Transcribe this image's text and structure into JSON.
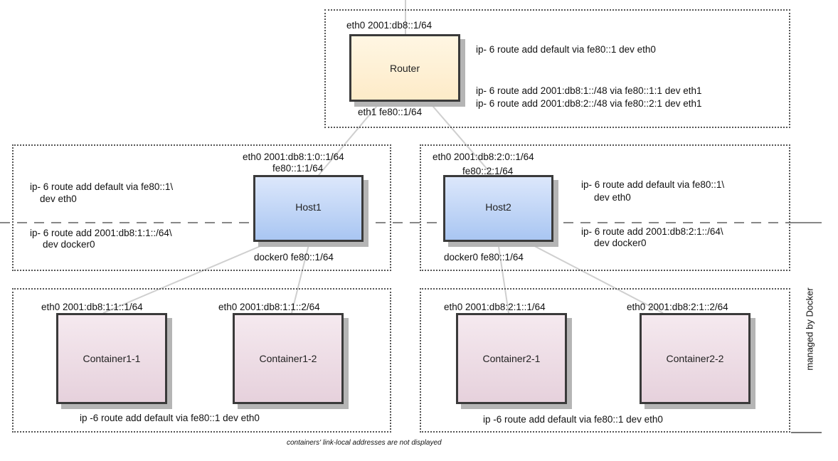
{
  "diagram": {
    "title_note": "containers' link-local addresses are not displayed",
    "docker_boundary_label": "managed by Docker",
    "router": {
      "name": "Router",
      "eth0": "eth0 2001:db8::1/64",
      "eth1": "eth1 fe80::1/64",
      "routes": [
        "ip- 6 route add default via fe80::1 dev eth0",
        "ip- 6 route add 2001:db8:1::/48 via fe80::1:1 dev eth1",
        "ip- 6 route add 2001:db8:2::/48 via fe80::2:1 dev eth1"
      ]
    },
    "hosts": [
      {
        "name": "Host1",
        "eth0": "eth0 2001:db8:1:0::1/64",
        "eth0_ll": "fe80::1:1/64",
        "docker0": "docker0 fe80::1/64",
        "route_default": [
          "ip- 6 route add default via fe80::1\\",
          "dev eth0"
        ],
        "route_docker": [
          "ip- 6 route add 2001:db8:1:1::/64\\",
          "dev docker0"
        ]
      },
      {
        "name": "Host2",
        "eth0": "eth0 2001:db8:2:0::1/64",
        "eth0_ll": "fe80::2:1/64",
        "docker0": "docker0 fe80::1/64",
        "route_default": [
          "ip- 6 route add default via fe80::1\\",
          "dev eth0"
        ],
        "route_docker": [
          "ip- 6 route add 2001:db8:2:1::/64\\",
          "dev docker0"
        ]
      }
    ],
    "container_groups": [
      {
        "route": "ip -6 route add default via fe80::1 dev eth0",
        "containers": [
          {
            "name": "Container1-1",
            "eth0": "eth0 2001:db8:1:1::1/64"
          },
          {
            "name": "Container1-2",
            "eth0": "eth0 2001:db8:1:1::2/64"
          }
        ]
      },
      {
        "route": "ip -6 route add default via fe80::1 dev eth0",
        "containers": [
          {
            "name": "Container2-1",
            "eth0": "eth0 2001:db8:2:1::1/64"
          },
          {
            "name": "Container2-2",
            "eth0": "eth0 2001:db8:2:1::2/64"
          }
        ]
      }
    ]
  }
}
